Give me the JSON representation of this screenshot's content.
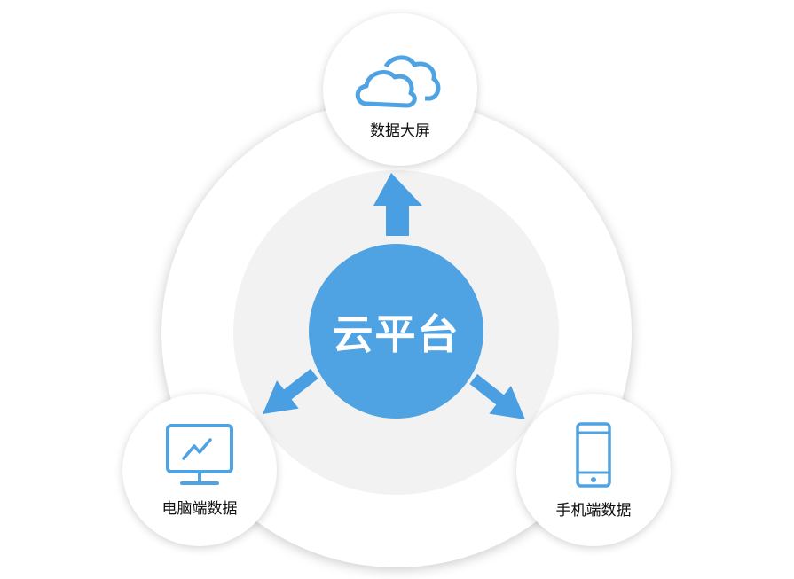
{
  "center": {
    "label": "云平台"
  },
  "nodes": [
    {
      "label": "数据大屏",
      "icon": "cloud-icon"
    },
    {
      "label": "电脑端数据",
      "icon": "monitor-chart-icon"
    },
    {
      "label": "手机端数据",
      "icon": "smartphone-icon"
    }
  ],
  "colors": {
    "accent": "#4fa3e3",
    "arrow": "#4a9fe2",
    "ring": "#f2f2f2"
  }
}
